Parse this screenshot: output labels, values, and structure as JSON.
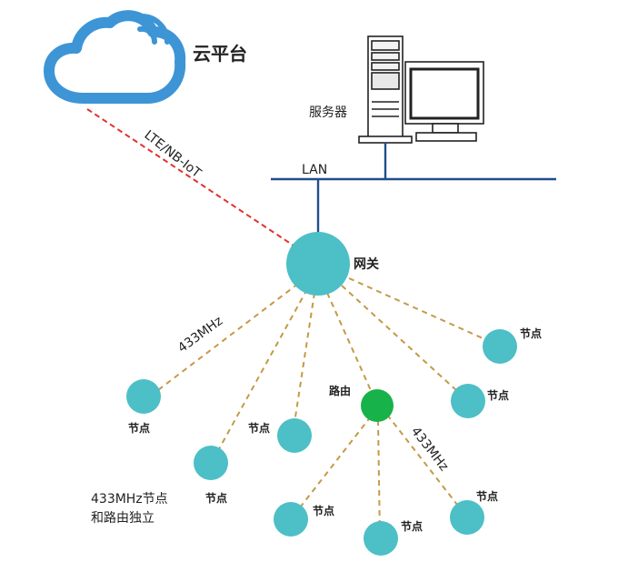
{
  "labels": {
    "cloud": "云平台",
    "server": "服务器",
    "lan": "LAN",
    "link_cloud": "LTE/NB-IoT",
    "gateway": "网关",
    "freq_left": "433MHz",
    "freq_right": "433MHz",
    "router": "路由",
    "standalone_line1": "433MHz节点",
    "standalone_line2": "和路由独立",
    "node": "节点"
  },
  "colors": {
    "cloud": "#3d95d6",
    "lan_line": "#1f4e8c",
    "cloud_link": "#e0312f",
    "node": "#4dbfc6",
    "router": "#17b24a",
    "link_433": "#c49a45"
  }
}
